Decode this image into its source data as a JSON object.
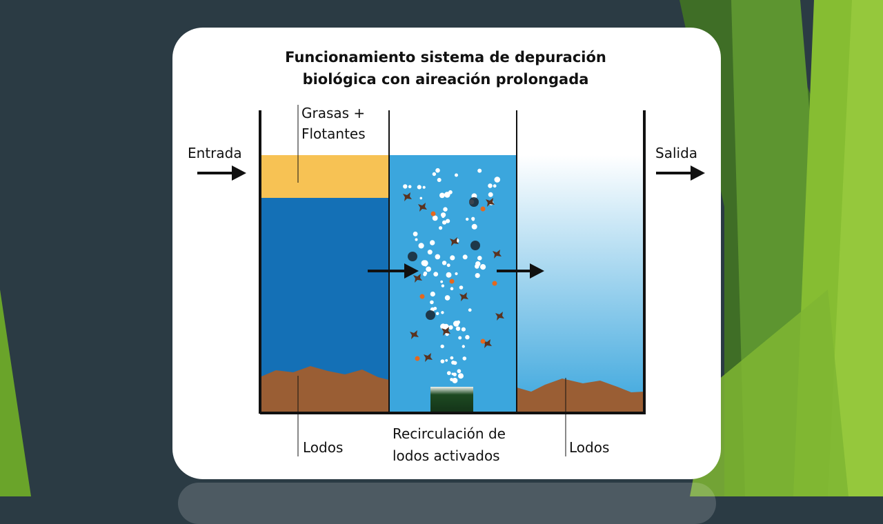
{
  "slide": {
    "colors": {
      "background": "#2b3b44",
      "accent_green": "#7ab62a",
      "card": "#ffffff"
    }
  },
  "diagram": {
    "title_line1": "Funcionamiento sistema de depuración",
    "title_line2": "biológica con aireación prolongada",
    "inlet_label": "Entrada",
    "outlet_label": "Salida",
    "grease_label_line1": "Grasas +",
    "grease_label_line2": "Flotantes",
    "sludge_left_label": "Lodos",
    "sludge_right_label": "Lodos",
    "recirc_label_line1": "Recirculación de",
    "recirc_label_line2": "lodos activados",
    "colors": {
      "grease": "#f7c254",
      "water_dark": "#1470b6",
      "water_aeration": "#3ba6dd",
      "sludge": "#9a5e34",
      "wall": "#111111"
    }
  }
}
